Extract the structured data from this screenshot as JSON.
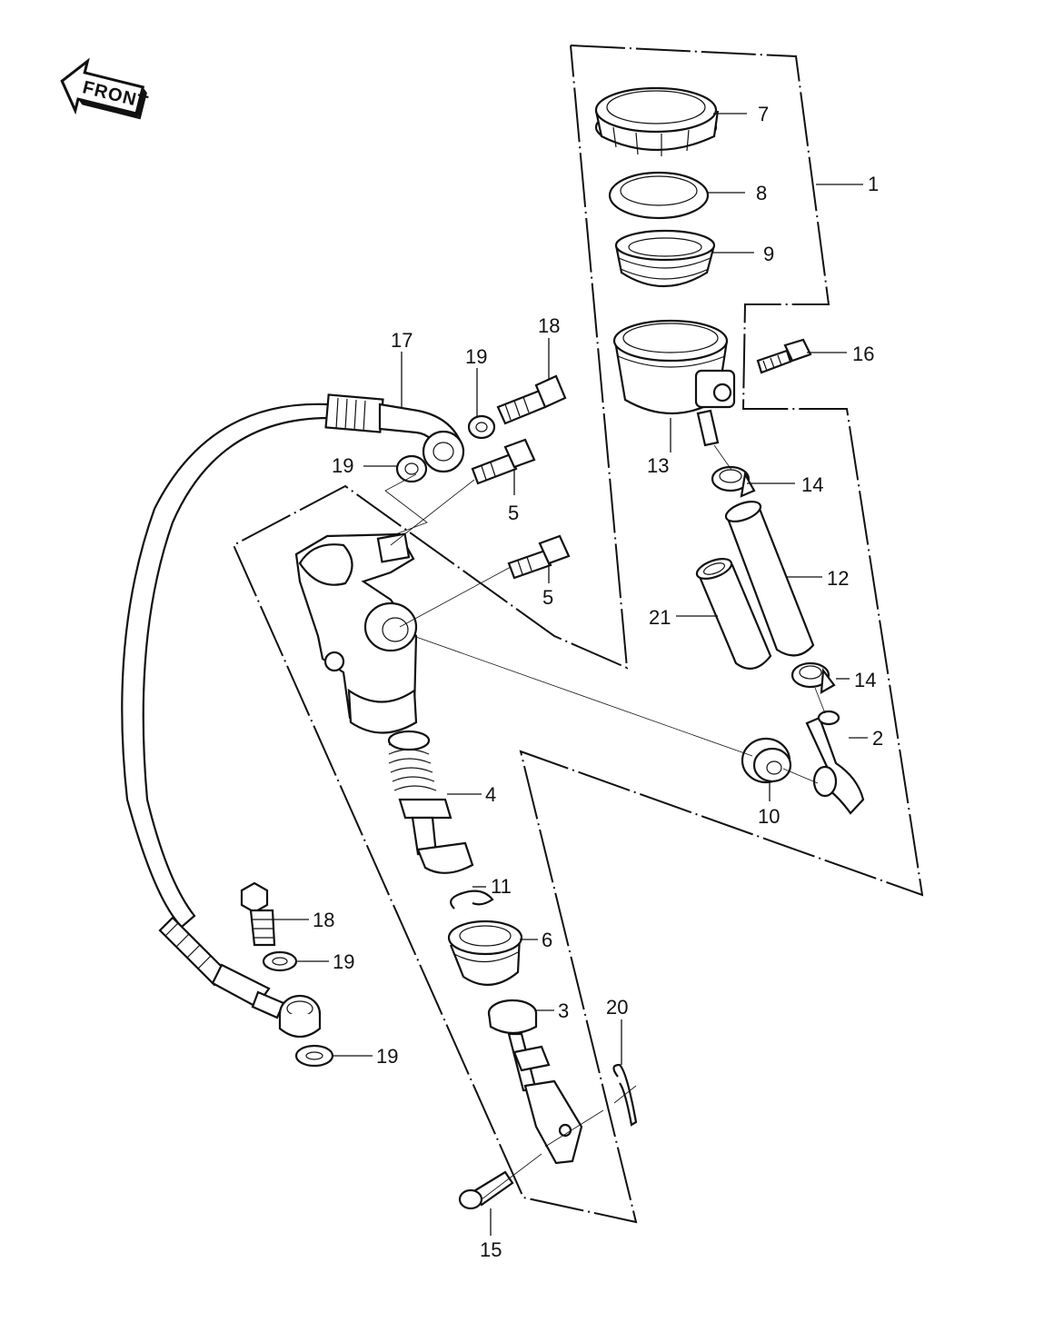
{
  "front_arrow": {
    "label": "FRONT"
  },
  "callouts": {
    "p1": "1",
    "p2": "2",
    "p3": "3",
    "p4": "4",
    "p5a": "5",
    "p5b": "5",
    "p6": "6",
    "p7": "7",
    "p8": "8",
    "p9": "9",
    "p10": "10",
    "p11": "11",
    "p12": "12",
    "p13": "13",
    "p14a": "14",
    "p14b": "14",
    "p15": "15",
    "p16": "16",
    "p17": "17",
    "p18a": "18",
    "p18b": "18",
    "p19a": "19",
    "p19b": "19",
    "p19c": "19",
    "p19d": "19",
    "p20": "20",
    "p21": "21"
  }
}
